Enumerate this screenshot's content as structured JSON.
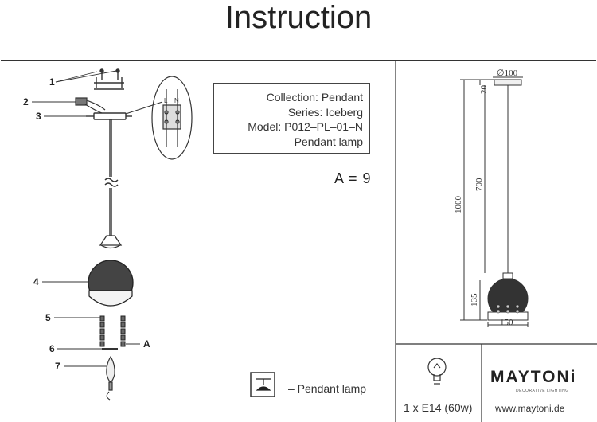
{
  "document": {
    "title": "Instruction"
  },
  "info": {
    "collection": "Collection: Pendant",
    "series": "Series: Iceberg",
    "model": "Model: P012–PL–01–N",
    "type": "Pendant lamp"
  },
  "a_count": "A = 9",
  "callouts": [
    "1",
    "2",
    "3",
    "4",
    "5",
    "6",
    "7"
  ],
  "a_marker": "A",
  "wiring_labels": {
    "l": "L",
    "n": "N"
  },
  "dimensions": {
    "canopy": "∅100",
    "canopy_height": "20",
    "cable": "700",
    "total": "1000",
    "shade_height": "135",
    "shade_width": "150"
  },
  "legend": {
    "icon": "pendant-lamp-icon",
    "text": "– Pendant lamp"
  },
  "bulb": {
    "icon": "bulb-icon",
    "text": "1 x E14 (60w)"
  },
  "brand": {
    "name": "MAYTONi",
    "tagline": "DECORATIVE LIGHTING",
    "website": "www.maytoni.de"
  }
}
